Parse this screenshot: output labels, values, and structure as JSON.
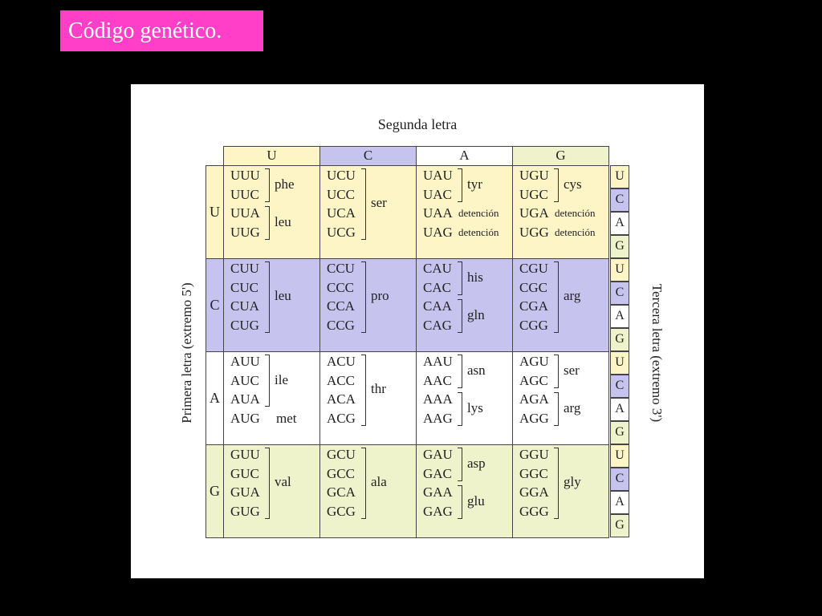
{
  "title": "Código genético.",
  "second_letter_label": "Segunda letra",
  "first_letter_label": "Primera letra (extremo 5')",
  "third_letter_label": "Tercera letra (extremo 3')",
  "columns": [
    "U",
    "C",
    "A",
    "G"
  ],
  "rows": [
    "U",
    "C",
    "A",
    "G"
  ],
  "third_letters": [
    "U",
    "C",
    "A",
    "G"
  ],
  "colors": {
    "U": "#fdf5c6",
    "C": "#c7c3ef",
    "A": "#ffffff",
    "G": "#eef3cc",
    "title_bg": "#ff3fc8"
  },
  "cells": [
    [
      {
        "codons": [
          "UUU",
          "UUC",
          "UUA",
          "UUG"
        ],
        "groups": [
          {
            "rows": [
              0,
              1
            ],
            "label": "phe"
          },
          {
            "rows": [
              2,
              3
            ],
            "label": "leu"
          }
        ]
      },
      {
        "codons": [
          "UCU",
          "UCC",
          "UCA",
          "UCG"
        ],
        "groups": [
          {
            "rows": [
              0,
              3
            ],
            "label": "ser"
          }
        ]
      },
      {
        "codons": [
          "UAU",
          "UAC",
          "UAA",
          "UAG"
        ],
        "groups": [
          {
            "rows": [
              0,
              1
            ],
            "label": "tyr"
          },
          {
            "rows": [
              2,
              2
            ],
            "label": "detención",
            "small": true,
            "nobracket": true
          },
          {
            "rows": [
              3,
              3
            ],
            "label": "detención",
            "small": true,
            "nobracket": true
          }
        ]
      },
      {
        "codons": [
          "UGU",
          "UGC",
          "UGA",
          "UGG"
        ],
        "groups": [
          {
            "rows": [
              0,
              1
            ],
            "label": "cys"
          },
          {
            "rows": [
              2,
              2
            ],
            "label": "detención",
            "small": true,
            "nobracket": true
          },
          {
            "rows": [
              3,
              3
            ],
            "label": "detención",
            "small": true,
            "nobracket": true
          }
        ]
      }
    ],
    [
      {
        "codons": [
          "CUU",
          "CUC",
          "CUA",
          "CUG"
        ],
        "groups": [
          {
            "rows": [
              0,
              3
            ],
            "label": "leu"
          }
        ]
      },
      {
        "codons": [
          "CCU",
          "CCC",
          "CCA",
          "CCG"
        ],
        "groups": [
          {
            "rows": [
              0,
              3
            ],
            "label": "pro"
          }
        ]
      },
      {
        "codons": [
          "CAU",
          "CAC",
          "CAA",
          "CAG"
        ],
        "groups": [
          {
            "rows": [
              0,
              1
            ],
            "label": "his"
          },
          {
            "rows": [
              2,
              3
            ],
            "label": "gln"
          }
        ]
      },
      {
        "codons": [
          "CGU",
          "CGC",
          "CGA",
          "CGG"
        ],
        "groups": [
          {
            "rows": [
              0,
              3
            ],
            "label": "arg"
          }
        ]
      }
    ],
    [
      {
        "codons": [
          "AUU",
          "AUC",
          "AUA",
          "AUG"
        ],
        "groups": [
          {
            "rows": [
              0,
              2
            ],
            "label": "ile"
          },
          {
            "rows": [
              3,
              3
            ],
            "label": "met",
            "nobracket": true
          }
        ]
      },
      {
        "codons": [
          "ACU",
          "ACC",
          "ACA",
          "ACG"
        ],
        "groups": [
          {
            "rows": [
              0,
              3
            ],
            "label": "thr"
          }
        ]
      },
      {
        "codons": [
          "AAU",
          "AAC",
          "AAA",
          "AAG"
        ],
        "groups": [
          {
            "rows": [
              0,
              1
            ],
            "label": "asn"
          },
          {
            "rows": [
              2,
              3
            ],
            "label": "lys"
          }
        ]
      },
      {
        "codons": [
          "AGU",
          "AGC",
          "AGA",
          "AGG"
        ],
        "groups": [
          {
            "rows": [
              0,
              1
            ],
            "label": "ser"
          },
          {
            "rows": [
              2,
              3
            ],
            "label": "arg"
          }
        ]
      }
    ],
    [
      {
        "codons": [
          "GUU",
          "GUC",
          "GUA",
          "GUG"
        ],
        "groups": [
          {
            "rows": [
              0,
              3
            ],
            "label": "val"
          }
        ]
      },
      {
        "codons": [
          "GCU",
          "GCC",
          "GCA",
          "GCG"
        ],
        "groups": [
          {
            "rows": [
              0,
              3
            ],
            "label": "ala"
          }
        ]
      },
      {
        "codons": [
          "GAU",
          "GAC",
          "GAA",
          "GAG"
        ],
        "groups": [
          {
            "rows": [
              0,
              1
            ],
            "label": "asp"
          },
          {
            "rows": [
              2,
              3
            ],
            "label": "glu"
          }
        ]
      },
      {
        "codons": [
          "GGU",
          "GGC",
          "GGA",
          "GGG"
        ],
        "groups": [
          {
            "rows": [
              0,
              3
            ],
            "label": "gly"
          }
        ]
      }
    ]
  ]
}
